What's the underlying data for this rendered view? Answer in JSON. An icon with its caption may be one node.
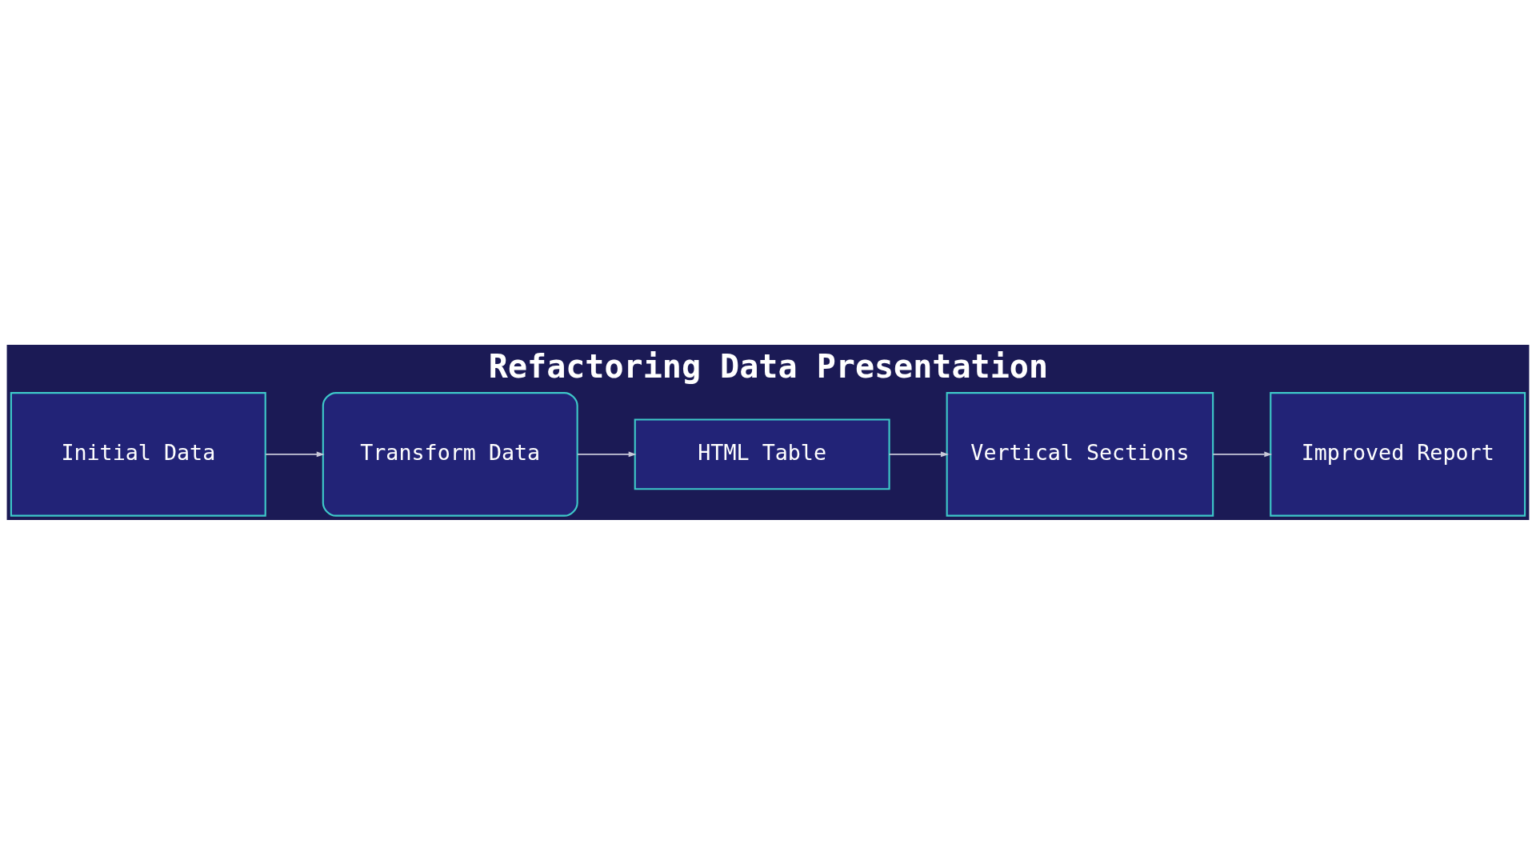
{
  "diagram": {
    "title": "Refactoring Data Presentation",
    "nodes": [
      {
        "text": [
          "Initial Data"
        ]
      },
      {
        "text": [
          "Transform Data"
        ]
      },
      {
        "text": [
          "HTML Table"
        ]
      },
      {
        "text": [
          "Vertical Sections"
        ]
      },
      {
        "text": [
          "Improved Report"
        ]
      }
    ],
    "edges": [
      {
        "from": 0,
        "to": 1,
        "arrow": "to"
      },
      {
        "from": 1,
        "to": 2,
        "arrow": "to"
      },
      {
        "from": 2,
        "to": 3,
        "arrow": "to"
      },
      {
        "from": 3,
        "to": 4,
        "arrow": "to"
      }
    ]
  }
}
